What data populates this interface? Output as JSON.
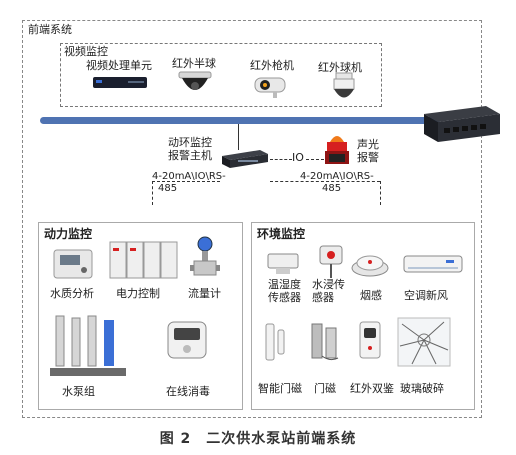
{
  "frontend": {
    "title": "前端系统"
  },
  "video": {
    "title": "视频监控",
    "devices": [
      {
        "label": "视频处理单元"
      },
      {
        "label": "红外半球"
      },
      {
        "label": "红外枪机"
      },
      {
        "label": "红外球机"
      }
    ]
  },
  "alarm_host": {
    "line1": "动环监控",
    "line2": "报警主机"
  },
  "io_label": "IO",
  "sound_light": {
    "line1": "声光",
    "line2": "报警"
  },
  "signal_left": {
    "line1": "4-20mA\\IO\\RS-",
    "line2": "485"
  },
  "signal_right": {
    "line1": "4-20mA\\IO\\RS-",
    "line2": "485"
  },
  "power": {
    "title": "动力监控",
    "items": [
      {
        "label": "水质分析"
      },
      {
        "label": "电力控制"
      },
      {
        "label": "流量计"
      },
      {
        "label": "水泵组"
      },
      {
        "label": "在线消毒"
      }
    ]
  },
  "env": {
    "title": "环境监控",
    "items": [
      {
        "line1": "温湿度",
        "line2": "传感器"
      },
      {
        "line1": "水浸传",
        "line2": "感器"
      },
      {
        "label": "烟感"
      },
      {
        "label": "空调新风"
      },
      {
        "label": "智能门磁"
      },
      {
        "label": "门磁"
      },
      {
        "label": "红外双鉴"
      },
      {
        "label": "玻璃破碎"
      }
    ]
  },
  "caption": "图 2　二次供水泵站前端系统",
  "colors": {
    "bus": "#4f73b2",
    "frame": "#888888",
    "alarm": "#d62020"
  }
}
